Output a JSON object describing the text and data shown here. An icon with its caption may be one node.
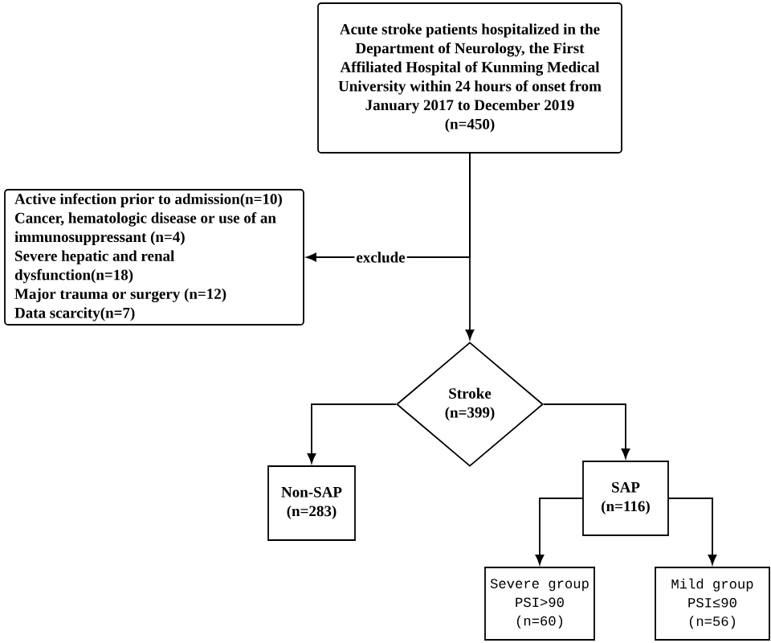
{
  "diagram": {
    "nodes": [
      {
        "text": [
          "Acute stroke patients hospitalized in the Department of Neurology, the First Affiliated Hospital of Kunming Medical University within 24 hours of onset from January 2017 to December 2019",
          "(n=450)"
        ]
      },
      {
        "text": [
          "Active infection prior to admission(n=10)",
          "Cancer, hematologic disease or use of an immunosuppressant (n=4)",
          "Severe hepatic and renal dysfunction(n=18)",
          "Major trauma or surgery (n=12)",
          "Data scarcity(n=7)"
        ]
      },
      {
        "text": [
          "Stroke",
          "(n=399)"
        ]
      },
      {
        "text": [
          "Non-SAP",
          "(n=283)"
        ]
      },
      {
        "text": [
          "SAP",
          "(n=116)"
        ]
      },
      {
        "text": [
          "Severe group",
          "PSI>90",
          "(n=60)"
        ]
      },
      {
        "text": [
          "Mild group",
          "PSI≤90",
          "(n=56)"
        ]
      }
    ],
    "edges": [
      {
        "from": 0,
        "to": 2,
        "arrow": "to"
      },
      {
        "from": 0,
        "to": 1,
        "arrow": "to",
        "label": "exclude"
      },
      {
        "from": 2,
        "to": 3,
        "arrow": "to"
      },
      {
        "from": 2,
        "to": 4,
        "arrow": "to"
      },
      {
        "from": 4,
        "to": 5,
        "arrow": "to"
      },
      {
        "from": 4,
        "to": 6,
        "arrow": "to"
      }
    ]
  }
}
